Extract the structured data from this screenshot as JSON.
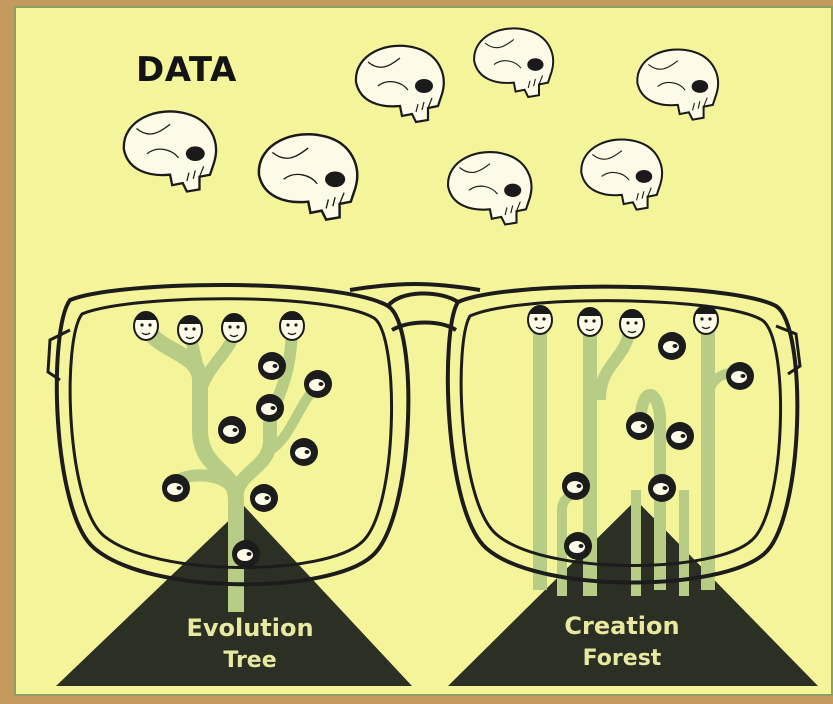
{
  "heading": "DATA",
  "left_lens": {
    "title": "Evolution",
    "subtitle": "Tree"
  },
  "right_lens": {
    "title": "Creation",
    "subtitle": "Forest"
  },
  "colors": {
    "background": "#f4f59a",
    "branch": "#b7cd86",
    "ink": "#1c1c1c",
    "label_text": "#e8e8a0"
  },
  "icons": {
    "skulls": "skull-icon",
    "faces": "face-icon",
    "fossil_nodes": "fossil-node-icon"
  }
}
